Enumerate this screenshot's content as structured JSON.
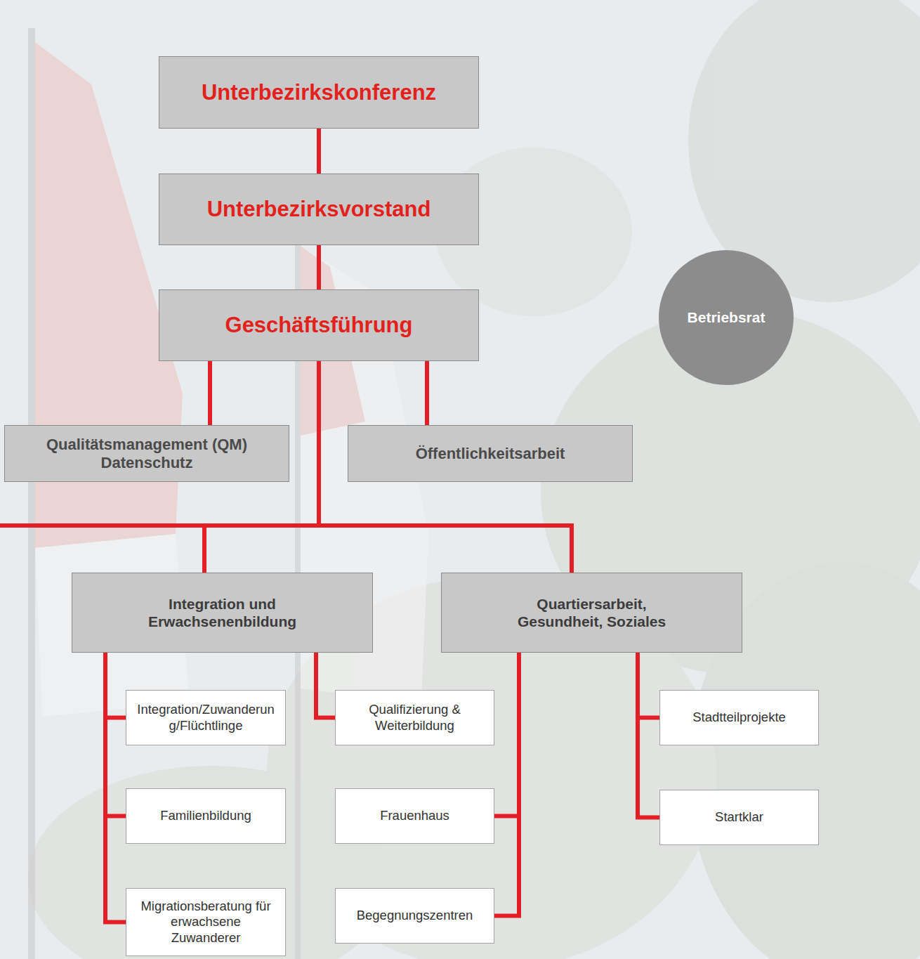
{
  "diagram": {
    "nodes": [
      {
        "text": [
          "Unterbezirkskonferenz"
        ]
      },
      {
        "text": [
          "Unterbezirksvorstand"
        ]
      },
      {
        "text": [
          "Geschäftsführung"
        ]
      },
      {
        "text": [
          "Betriebsrat"
        ]
      },
      {
        "text": [
          "Qualitätsmanagement (QM) Datenschutz"
        ]
      },
      {
        "text": [
          "Öffentlichkeitsarbeit"
        ]
      },
      {
        "text": [
          "Integration und Erwachsenenbildung"
        ]
      },
      {
        "text": [
          "Quartiersarbeit, Gesundheit, Soziales"
        ]
      },
      {
        "text": [
          "Integration/Zuwanderung/Flüchtlinge"
        ]
      },
      {
        "text": [
          "Familienbildung"
        ]
      },
      {
        "text": [
          "Migrationsberatung für erwachsene Zuwanderer"
        ]
      },
      {
        "text": [
          "Qualifizierung & Weiterbildung"
        ]
      },
      {
        "text": [
          "Frauenhaus"
        ]
      },
      {
        "text": [
          "Begegnungszentren"
        ]
      },
      {
        "text": [
          "Stadtteilprojekte"
        ]
      },
      {
        "text": [
          "Startklar"
        ]
      }
    ],
    "edges": [
      {
        "from": 0,
        "to": 1,
        "arrow": "none"
      },
      {
        "from": 1,
        "to": 2,
        "arrow": "none"
      },
      {
        "from": 2,
        "to": 4,
        "arrow": "none"
      },
      {
        "from": 2,
        "to": 5,
        "arrow": "none"
      },
      {
        "from": 2,
        "to": 6,
        "arrow": "none"
      },
      {
        "from": 2,
        "to": 7,
        "arrow": "none"
      },
      {
        "from": 6,
        "to": 8,
        "arrow": "none"
      },
      {
        "from": 6,
        "to": 9,
        "arrow": "none"
      },
      {
        "from": 6,
        "to": 10,
        "arrow": "none"
      },
      {
        "from": 6,
        "to": 11,
        "arrow": "none"
      },
      {
        "from": 7,
        "to": 12,
        "arrow": "none"
      },
      {
        "from": 7,
        "to": 13,
        "arrow": "none"
      },
      {
        "from": 7,
        "to": 14,
        "arrow": "none"
      },
      {
        "from": 7,
        "to": 15,
        "arrow": "none"
      }
    ]
  }
}
